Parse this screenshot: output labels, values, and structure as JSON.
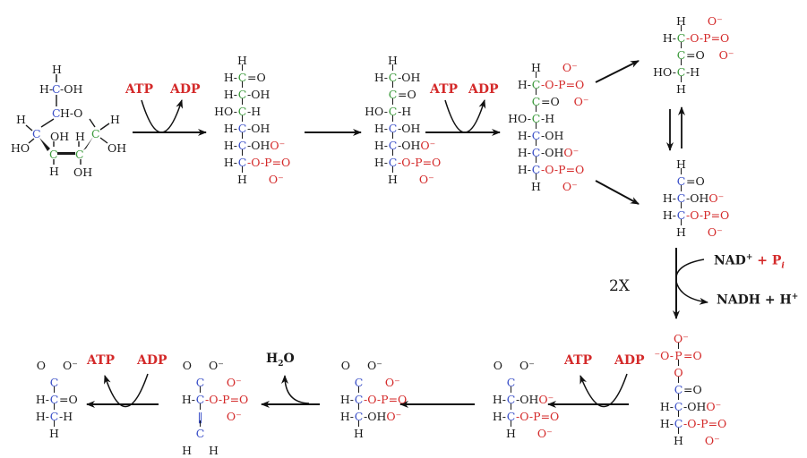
{
  "colors": {
    "k": "#1a1a1a",
    "b": "#3a4fc8",
    "g": "#3c9a3c",
    "r": "#d42a2a"
  },
  "ring": {
    "labels": [
      "H",
      "H-",
      "C",
      "-OH",
      "C",
      "H-O",
      "H",
      "C",
      "HO",
      "OH",
      "C",
      "H",
      "H",
      "C",
      "OH",
      "H",
      "C",
      "OH"
    ]
  },
  "molecules": {
    "mol2": {
      "lines": [
        {
          "c": [
            [
              "H",
              "k"
            ]
          ]
        },
        {
          "l": [
            [
              "H-",
              "k"
            ]
          ],
          "c": [
            [
              "C",
              "g"
            ]
          ],
          "r": [
            [
              "=O",
              "k"
            ]
          ]
        },
        {
          "l": [
            [
              "H-",
              "k"
            ]
          ],
          "c": [
            [
              "C",
              "g"
            ]
          ],
          "r": [
            [
              "-OH",
              "k"
            ]
          ]
        },
        {
          "l": [
            [
              "HO-",
              "k"
            ]
          ],
          "c": [
            [
              "C",
              "g"
            ]
          ],
          "r": [
            [
              "-H",
              "k"
            ]
          ]
        },
        {
          "l": [
            [
              "H-",
              "k"
            ]
          ],
          "c": [
            [
              "C",
              "b"
            ]
          ],
          "r": [
            [
              "-OH",
              "k"
            ]
          ]
        },
        {
          "l": [
            [
              "H-",
              "k"
            ]
          ],
          "c": [
            [
              "C",
              "b"
            ]
          ],
          "r": [
            [
              "-OH",
              "k"
            ],
            [
              "O⁻",
              "r"
            ]
          ]
        },
        {
          "l": [
            [
              "H-",
              "k"
            ]
          ],
          "c": [
            [
              "C",
              "b"
            ]
          ],
          "r": [
            [
              "-O-P=O",
              "r"
            ]
          ]
        },
        {
          "c": [
            [
              "H",
              "k"
            ]
          ],
          "r": [
            [
              "      O⁻",
              "r"
            ]
          ]
        }
      ]
    },
    "mol3": {
      "lines": [
        {
          "c": [
            [
              "H",
              "k"
            ]
          ]
        },
        {
          "l": [
            [
              "H-",
              "k"
            ]
          ],
          "c": [
            [
              "C",
              "g"
            ]
          ],
          "r": [
            [
              "-OH",
              "k"
            ]
          ]
        },
        {
          "c": [
            [
              "C",
              "g"
            ]
          ],
          "r": [
            [
              "=O",
              "k"
            ]
          ]
        },
        {
          "l": [
            [
              "HO-",
              "k"
            ]
          ],
          "c": [
            [
              "C",
              "g"
            ]
          ],
          "r": [
            [
              "-H",
              "k"
            ]
          ]
        },
        {
          "l": [
            [
              "H-",
              "k"
            ]
          ],
          "c": [
            [
              "C",
              "b"
            ]
          ],
          "r": [
            [
              "-OH",
              "k"
            ]
          ]
        },
        {
          "l": [
            [
              "H-",
              "k"
            ]
          ],
          "c": [
            [
              "C",
              "b"
            ]
          ],
          "r": [
            [
              "-OH",
              "k"
            ],
            [
              "O⁻",
              "r"
            ]
          ]
        },
        {
          "l": [
            [
              "H-",
              "k"
            ]
          ],
          "c": [
            [
              "C",
              "b"
            ]
          ],
          "r": [
            [
              "-O-P=O",
              "r"
            ]
          ]
        },
        {
          "c": [
            [
              "H",
              "k"
            ]
          ],
          "r": [
            [
              "      O⁻",
              "r"
            ]
          ]
        }
      ]
    },
    "mol4": {
      "lines": [
        {
          "c": [
            [
              "H",
              "k"
            ]
          ],
          "r": [
            [
              "      O⁻",
              "r"
            ]
          ]
        },
        {
          "l": [
            [
              "H-",
              "k"
            ]
          ],
          "c": [
            [
              "C",
              "g"
            ]
          ],
          "r": [
            [
              "-O-P=O",
              "r"
            ]
          ]
        },
        {
          "c": [
            [
              "C",
              "g"
            ]
          ],
          "r": [
            [
              "=O",
              "k"
            ],
            [
              "    O⁻",
              "r"
            ]
          ]
        },
        {
          "l": [
            [
              "HO-",
              "k"
            ]
          ],
          "c": [
            [
              "C",
              "g"
            ]
          ],
          "r": [
            [
              "-H",
              "k"
            ]
          ]
        },
        {
          "l": [
            [
              "H-",
              "k"
            ]
          ],
          "c": [
            [
              "C",
              "b"
            ]
          ],
          "r": [
            [
              "-OH",
              "k"
            ]
          ]
        },
        {
          "l": [
            [
              "H-",
              "k"
            ]
          ],
          "c": [
            [
              "C",
              "b"
            ]
          ],
          "r": [
            [
              "-OH",
              "k"
            ],
            [
              "O⁻",
              "r"
            ]
          ]
        },
        {
          "l": [
            [
              "H-",
              "k"
            ]
          ],
          "c": [
            [
              "C",
              "b"
            ]
          ],
          "r": [
            [
              "-O-P=O",
              "r"
            ]
          ]
        },
        {
          "c": [
            [
              "H",
              "k"
            ]
          ],
          "r": [
            [
              "      O⁻",
              "r"
            ]
          ]
        }
      ]
    },
    "mol5": {
      "lines": [
        {
          "c": [
            [
              "H",
              "k"
            ]
          ],
          "r": [
            [
              "      O⁻",
              "r"
            ]
          ]
        },
        {
          "l": [
            [
              "H-",
              "k"
            ]
          ],
          "c": [
            [
              "C",
              "g"
            ]
          ],
          "r": [
            [
              "-O-P=O",
              "r"
            ]
          ]
        },
        {
          "c": [
            [
              "C",
              "g"
            ]
          ],
          "r": [
            [
              "=O",
              "k"
            ],
            [
              "    O⁻",
              "r"
            ]
          ]
        },
        {
          "l": [
            [
              "HO-",
              "k"
            ]
          ],
          "c": [
            [
              "C",
              "g"
            ]
          ],
          "r": [
            [
              "-H",
              "k"
            ]
          ]
        },
        {
          "c": [
            [
              "H",
              "k"
            ]
          ]
        }
      ]
    },
    "mol6": {
      "lines": [
        {
          "c": [
            [
              "H",
              "k"
            ]
          ]
        },
        {
          "c": [
            [
              "C",
              "b"
            ]
          ],
          "r": [
            [
              "=O",
              "k"
            ]
          ]
        },
        {
          "l": [
            [
              "H-",
              "k"
            ]
          ],
          "c": [
            [
              "C",
              "b"
            ]
          ],
          "r": [
            [
              "-OH",
              "k"
            ],
            [
              "O⁻",
              "r"
            ]
          ]
        },
        {
          "l": [
            [
              "H-",
              "k"
            ]
          ],
          "c": [
            [
              "C",
              "b"
            ]
          ],
          "r": [
            [
              "-O-P=O",
              "r"
            ]
          ]
        },
        {
          "c": [
            [
              "H",
              "k"
            ]
          ],
          "r": [
            [
              "      O⁻",
              "r"
            ]
          ]
        }
      ]
    },
    "mol7": {
      "lines": [
        {
          "c": [
            [
              "O⁻",
              "r"
            ]
          ]
        },
        {
          "l": [
            [
              "⁻O-",
              "r"
            ]
          ],
          "c": [
            [
              "P",
              "r"
            ]
          ],
          "r": [
            [
              "=O",
              "r"
            ]
          ]
        },
        {
          "c": [
            [
              "O",
              "r"
            ]
          ]
        },
        {
          "c": [
            [
              "C",
              "b"
            ]
          ],
          "r": [
            [
              "=O",
              "k"
            ]
          ]
        },
        {
          "l": [
            [
              "H-",
              "k"
            ]
          ],
          "c": [
            [
              "C",
              "b"
            ]
          ],
          "r": [
            [
              "-OH",
              "k"
            ],
            [
              "O⁻",
              "r"
            ]
          ]
        },
        {
          "l": [
            [
              "H-",
              "k"
            ]
          ],
          "c": [
            [
              "C",
              "b"
            ]
          ],
          "r": [
            [
              "-O-P=O",
              "r"
            ]
          ]
        },
        {
          "c": [
            [
              "H",
              "k"
            ]
          ],
          "r": [
            [
              "      O⁻",
              "r"
            ]
          ]
        }
      ]
    },
    "mol8": {
      "lines": [
        {
          "l": [
            [
              "O ",
              "k"
            ]
          ],
          "r": [
            [
              " O⁻",
              "k"
            ]
          ]
        },
        {
          "c": [
            [
              "C",
              "b"
            ]
          ]
        },
        {
          "l": [
            [
              "H-",
              "k"
            ]
          ],
          "c": [
            [
              "C",
              "b"
            ]
          ],
          "r": [
            [
              "-OH",
              "k"
            ],
            [
              "O⁻",
              "r"
            ]
          ]
        },
        {
          "l": [
            [
              "H-",
              "k"
            ]
          ],
          "c": [
            [
              "C",
              "b"
            ]
          ],
          "r": [
            [
              "-O-P=O",
              "r"
            ]
          ]
        },
        {
          "c": [
            [
              "H",
              "k"
            ]
          ],
          "r": [
            [
              "      O⁻",
              "r"
            ]
          ]
        }
      ]
    },
    "mol9": {
      "lines": [
        {
          "l": [
            [
              "O ",
              "k"
            ]
          ],
          "r": [
            [
              " O⁻",
              "k"
            ]
          ]
        },
        {
          "c": [
            [
              "C",
              "b"
            ]
          ],
          "r": [
            [
              "      O⁻",
              "r"
            ]
          ]
        },
        {
          "l": [
            [
              "H-",
              "k"
            ]
          ],
          "c": [
            [
              "C",
              "b"
            ]
          ],
          "r": [
            [
              "-O-P=O",
              "r"
            ]
          ]
        },
        {
          "l": [
            [
              "H-",
              "k"
            ]
          ],
          "c": [
            [
              "C",
              "b"
            ]
          ],
          "r": [
            [
              "-OH",
              "k"
            ],
            [
              "O⁻",
              "r"
            ]
          ]
        },
        {
          "c": [
            [
              "H",
              "k"
            ]
          ]
        }
      ]
    },
    "mol10": {
      "lines": [
        {
          "l": [
            [
              "O ",
              "k"
            ]
          ],
          "r": [
            [
              " O⁻",
              "k"
            ]
          ]
        },
        {
          "c": [
            [
              "C",
              "b"
            ]
          ],
          "r": [
            [
              "      O⁻",
              "r"
            ]
          ]
        },
        {
          "l": [
            [
              "H-",
              "k"
            ]
          ],
          "c": [
            [
              "C",
              "b"
            ]
          ],
          "r": [
            [
              "-O-P=O",
              "r"
            ]
          ]
        },
        {
          "c": [
            [
              "‖",
              "b"
            ]
          ],
          "r": [
            [
              "      O⁻",
              "r"
            ]
          ]
        },
        {
          "c": [
            [
              "C",
              "b"
            ]
          ]
        },
        {
          "l": [
            [
              "H ",
              "k"
            ]
          ],
          "r": [
            [
              " H",
              "k"
            ]
          ]
        }
      ]
    },
    "mol11": {
      "lines": [
        {
          "l": [
            [
              "O ",
              "k"
            ]
          ],
          "r": [
            [
              " O⁻",
              "k"
            ]
          ]
        },
        {
          "c": [
            [
              "C",
              "b"
            ]
          ]
        },
        {
          "l": [
            [
              "H-",
              "k"
            ]
          ],
          "c": [
            [
              "C",
              "b"
            ]
          ],
          "r": [
            [
              "=O",
              "k"
            ]
          ]
        },
        {
          "l": [
            [
              "H-",
              "k"
            ]
          ],
          "c": [
            [
              "C",
              "b"
            ]
          ],
          "r": [
            [
              "-H",
              "k"
            ]
          ]
        },
        {
          "c": [
            [
              "H",
              "k"
            ]
          ]
        }
      ]
    }
  },
  "cofactors": {
    "step1": {
      "left": "ATP",
      "right": "ADP"
    },
    "step3": {
      "left": "ATP",
      "right": "ADP"
    },
    "step7": {
      "left": "ATP",
      "right": "ADP"
    },
    "step10": {
      "left": "ATP",
      "right": "ADP"
    },
    "dehydration": {
      "h": "H",
      "sub": "2",
      "o": "O"
    },
    "redox": {
      "nad": "NAD",
      "nad_sup": "+",
      "plus_p": "+ P",
      "p_sub": "i",
      "nadh": "NADH + H",
      "nadh_sup": "+"
    },
    "multiplier": "2X"
  }
}
